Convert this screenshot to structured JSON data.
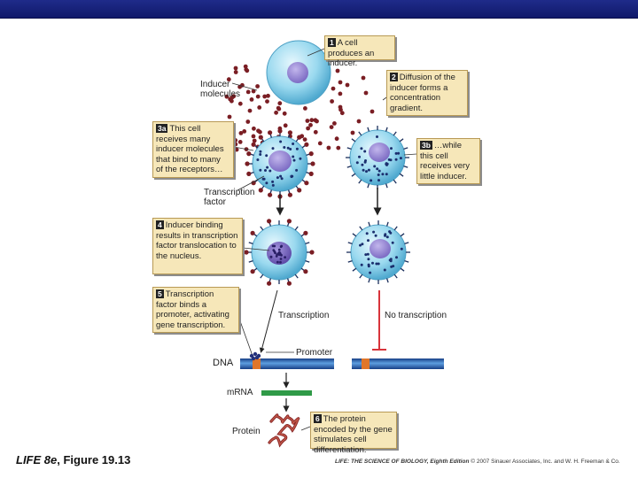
{
  "callouts": {
    "c1": {
      "num": "1",
      "text": "A cell produces an inducer."
    },
    "c2": {
      "num": "2",
      "text": "Diffusion of the inducer forms a concentration gradient."
    },
    "c3a": {
      "num": "3a",
      "text": "This cell receives many inducer molecules that bind to many of the receptors…"
    },
    "c3b": {
      "num": "3b",
      "text": "…while this cell receives very little inducer."
    },
    "c4": {
      "num": "4",
      "text": "Inducer binding results in transcription factor translocation to the nucleus."
    },
    "c5": {
      "num": "5",
      "text": "Transcription factor binds a promoter, activating gene transcription."
    },
    "c6": {
      "num": "6",
      "text": "The protein encoded by the gene stimulates cell differentiation."
    }
  },
  "labels": {
    "inducer_molecules": "Inducer molecules",
    "transcription_factor": "Transcription factor",
    "transcription": "Transcription",
    "no_transcription": "No transcription",
    "promoter": "Promoter",
    "dna": "DNA",
    "mrna": "mRNA",
    "protein": "Protein"
  },
  "footer": {
    "figure_book": "LIFE 8e",
    "figure_ref": ", Figure 19.13",
    "credit_title": "LIFE: THE SCIENCE OF BIOLOGY, Eighth Edition",
    "credit_rest": " © 2007 Sinauer Associates, Inc. and W. H. Freeman & Co."
  },
  "colors": {
    "header_bar": "#1a2580",
    "cell": "#8fd6ee",
    "nucleus": "#9b8bd6",
    "inducer": "#7a1e24",
    "callout": "#f6e7b9",
    "dna": "#1f5fae",
    "promoter": "#e0762a",
    "mrna": "#2f9a47",
    "no_transcription": "#d8343b"
  }
}
